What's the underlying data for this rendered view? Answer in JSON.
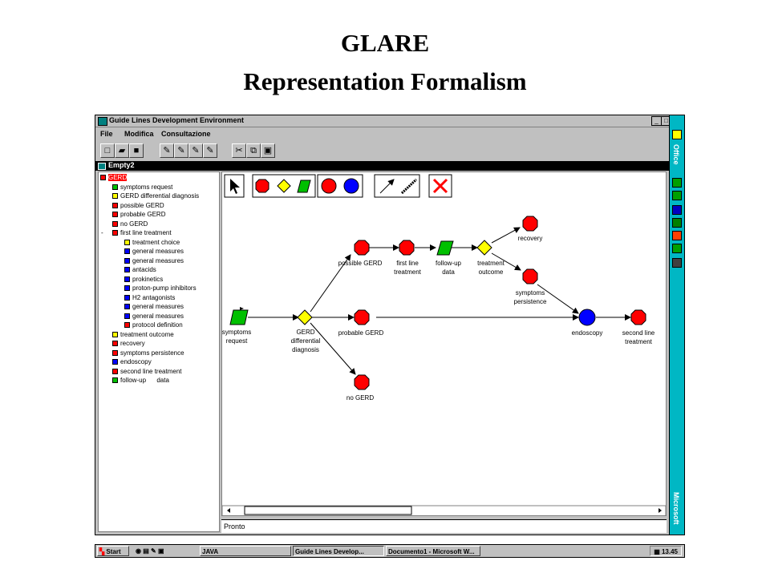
{
  "slide": {
    "title_line1": "GLARE",
    "title_line2": "Representation Formalism"
  },
  "window": {
    "title": "Guide Lines Development Environment",
    "buttons": [
      "_",
      "□"
    ],
    "menus": [
      "File",
      "Modifica",
      "Consultazione"
    ],
    "document_tab": "Empty2",
    "status": "Pronto"
  },
  "colors": {
    "red": "#ff0000",
    "yellow": "#ffff00",
    "green": "#00c000",
    "blue": "#0000ff",
    "sidebar": "#00b7c4"
  },
  "tree": [
    {
      "label": "GERD",
      "color": "red",
      "level": 0,
      "selected": true
    },
    {
      "label": "symptoms request",
      "color": "green",
      "level": 1
    },
    {
      "label": "GERD differential diagnosis",
      "color": "yellow",
      "level": 1
    },
    {
      "label": "possible GERD",
      "color": "red",
      "level": 1
    },
    {
      "label": "probable GERD",
      "color": "red",
      "level": 1
    },
    {
      "label": "no GERD",
      "color": "red",
      "level": 1
    },
    {
      "label": "first line treatment",
      "color": "red",
      "level": 1,
      "expander": "-"
    },
    {
      "label": "treatment choice",
      "color": "yellow",
      "level": 2
    },
    {
      "label": "general measures",
      "color": "blue",
      "level": 2
    },
    {
      "label": "general measures",
      "color": "blue",
      "level": 2
    },
    {
      "label": "antacids",
      "color": "blue",
      "level": 2
    },
    {
      "label": "prokinetics",
      "color": "blue",
      "level": 2
    },
    {
      "label": "proton-pump inhibitors",
      "color": "blue",
      "level": 2
    },
    {
      "label": "H2 antagonists",
      "color": "blue",
      "level": 2
    },
    {
      "label": "general measures",
      "color": "blue",
      "level": 2
    },
    {
      "label": "general measures",
      "color": "blue",
      "level": 2
    },
    {
      "label": "protocol definition",
      "color": "red",
      "level": 2
    },
    {
      "label": "treatment outcome",
      "color": "yellow",
      "level": 1
    },
    {
      "label": "recovery",
      "color": "red",
      "level": 1
    },
    {
      "label": "symptoms persistence",
      "color": "red",
      "level": 1
    },
    {
      "label": "endoscopy",
      "color": "blue",
      "level": 1
    },
    {
      "label": "second line treatment",
      "color": "red",
      "level": 1
    },
    {
      "label": "follow-up      data",
      "color": "green",
      "level": 1
    }
  ],
  "palette": [
    {
      "name": "select-tool",
      "icon": "arrow-cursor-icon"
    },
    {
      "name": "red-octagon-tool",
      "icon": "red-octagon-icon"
    },
    {
      "name": "yellow-diamond-tool",
      "icon": "yellow-diamond-icon"
    },
    {
      "name": "green-parallelogram-tool",
      "icon": "green-parallelogram-icon"
    },
    {
      "name": "red-circle-tool",
      "icon": "red-circle-icon"
    },
    {
      "name": "blue-circle-tool",
      "icon": "blue-circle-icon"
    },
    {
      "name": "arrow-tool",
      "icon": "arrow-line-icon"
    },
    {
      "name": "double-arrow-tool",
      "icon": "double-line-icon"
    },
    {
      "name": "delete-tool",
      "icon": "red-x-icon"
    }
  ],
  "nodes": {
    "symptoms_request": {
      "label1": "symptoms",
      "label2": "request"
    },
    "gerd_diff": {
      "label1": "GERD",
      "label2": "differential",
      "label3": "diagnosis"
    },
    "possible_gerd": {
      "label1": "possible GERD"
    },
    "probable_gerd": {
      "label1": "probable GERD"
    },
    "no_gerd": {
      "label1": "no GERD"
    },
    "first_line": {
      "label1": "first line",
      "label2": "treatment"
    },
    "follow_up": {
      "label1": "follow-up",
      "label2": "data"
    },
    "treatment_outcome": {
      "label1": "treatment",
      "label2": "outcome"
    },
    "recovery": {
      "label1": "recovery"
    },
    "symptoms_persistence": {
      "label1": "symptoms",
      "label2": "persistence"
    },
    "endoscopy": {
      "label1": "endoscopy"
    },
    "second_line": {
      "label1": "second line",
      "label2": "treatment"
    }
  },
  "sidebar_text": {
    "top": "Office",
    "bottom": "Microsoft"
  },
  "taskbar": {
    "start": "Start",
    "tasks": [
      "JAVA",
      "Guide Lines Develop...",
      "Documento1 - Microsoft W..."
    ],
    "clock": "13.45"
  }
}
